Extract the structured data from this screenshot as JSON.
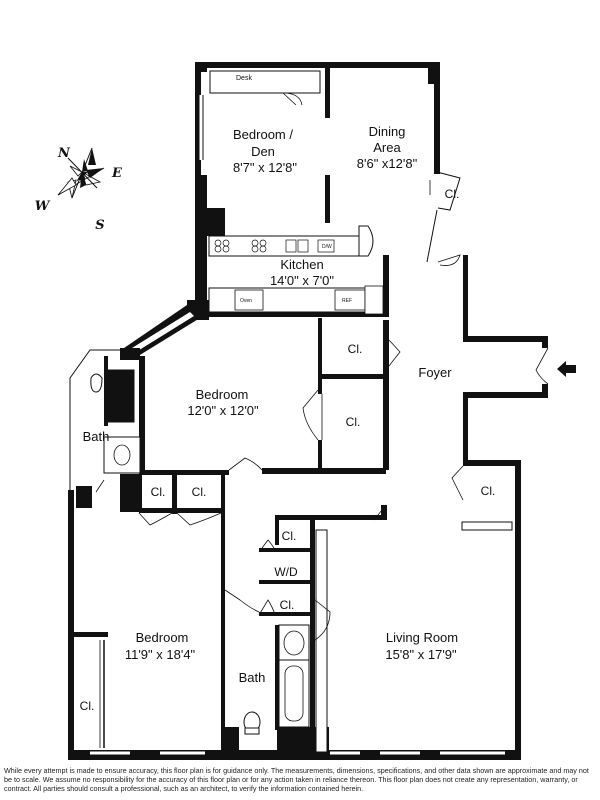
{
  "rooms": {
    "bedroom_den": {
      "name_line1": "Bedroom /",
      "name_line2": "Den",
      "dims": "8'7\" x 12'8\"",
      "desk": "Desk"
    },
    "dining": {
      "name_line1": "Dining",
      "name_line2": "Area",
      "dims": "8'6\" x12'8\""
    },
    "kitchen": {
      "name": "Kitchen",
      "dims": "14'0\" x 7'0\"",
      "oven": "Oven",
      "ref": "REF",
      "dw": "D/W"
    },
    "bedroom2": {
      "name": "Bedroom",
      "dims": "12'0\" x 12'0\""
    },
    "bath1": {
      "name": "Bath"
    },
    "bedroom3": {
      "name": "Bedroom",
      "dims": "11'9\" x 18'4\""
    },
    "bath2": {
      "name": "Bath"
    },
    "living": {
      "name": "Living Room",
      "dims": "15'8\" x 17'9\""
    },
    "foyer": {
      "name": "Foyer"
    },
    "wd": {
      "name": "W/D"
    }
  },
  "closet_label": "Cl.",
  "compass": {
    "n": "N",
    "e": "E",
    "s": "S",
    "w": "W"
  },
  "disclaimer": "While every attempt is made to ensure accuracy, this floor plan is for guidance only. The measurements, dimensions, specifications, and other data shown are approximate and may not be to scale. We assume no responsibility for the accuracy of this floor plan or for any action taken in reliance thereon. This floor plan does not create any representation, warranty, or contract. All parties should consult a professional, such as an architect, to verify the information contained herein."
}
